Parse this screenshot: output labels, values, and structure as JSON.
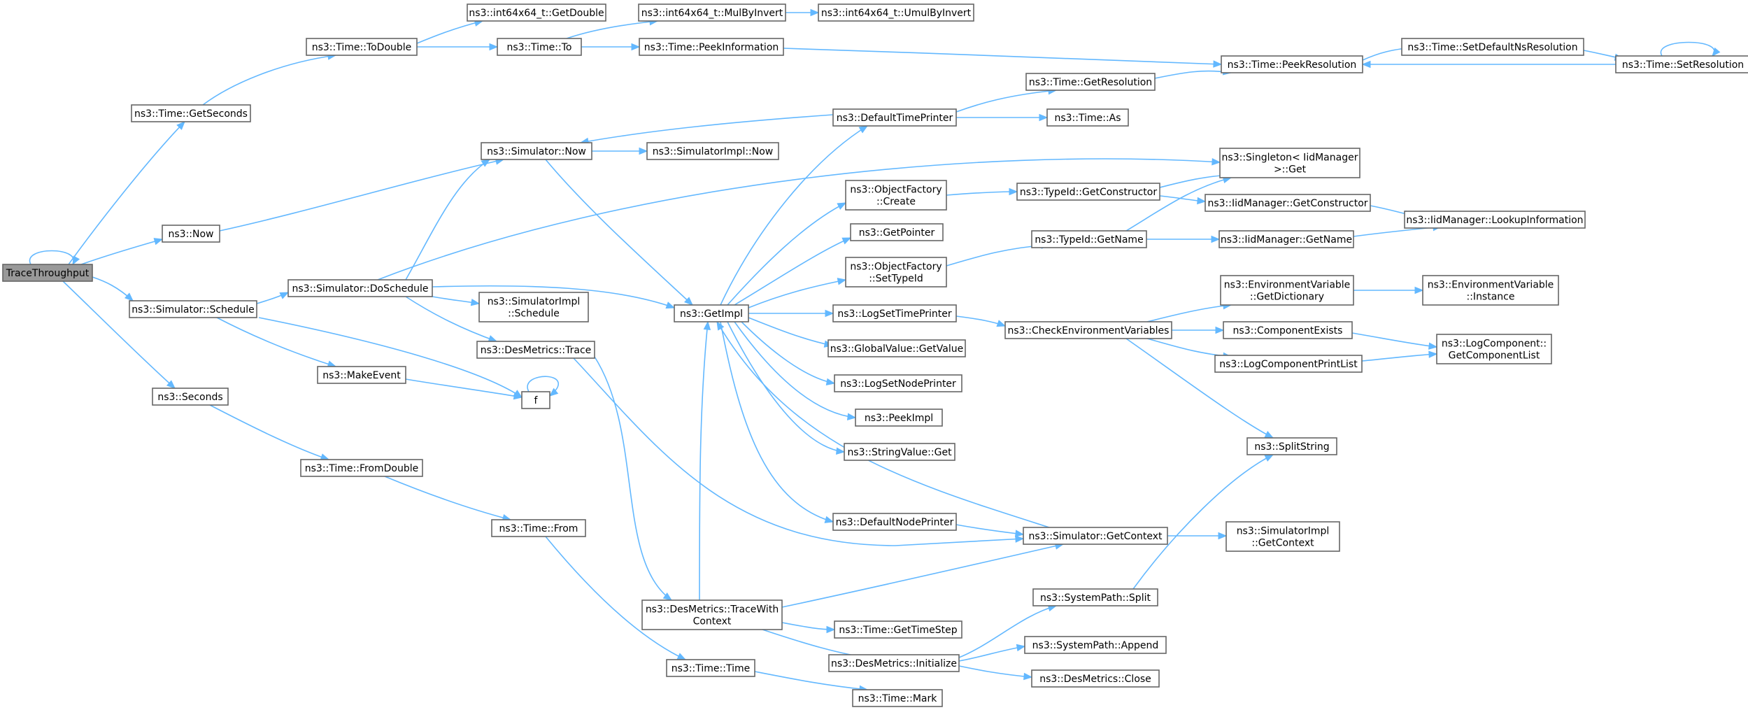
{
  "diagram": {
    "nodes": [
      {
        "id": "root",
        "label": [
          "TraceThroughput"
        ],
        "root": true
      },
      {
        "id": "getSeconds",
        "label": [
          "ns3::Time::GetSeconds"
        ]
      },
      {
        "id": "now",
        "label": [
          "ns3::Now"
        ]
      },
      {
        "id": "schedule",
        "label": [
          "ns3::Simulator::Schedule"
        ]
      },
      {
        "id": "seconds",
        "label": [
          "ns3::Seconds"
        ]
      },
      {
        "id": "toDouble",
        "label": [
          "ns3::Time::ToDouble"
        ]
      },
      {
        "id": "i64GetDouble",
        "label": [
          "ns3::int64x64_t::GetDouble"
        ]
      },
      {
        "id": "timeTo",
        "label": [
          "ns3::Time::To"
        ]
      },
      {
        "id": "mulByInvert",
        "label": [
          "ns3::int64x64_t::MulByInvert"
        ]
      },
      {
        "id": "umulByInvert",
        "label": [
          "ns3::int64x64_t::UmulByInvert"
        ]
      },
      {
        "id": "peekInformation",
        "label": [
          "ns3::Time::PeekInformation"
        ]
      },
      {
        "id": "peekResolution",
        "label": [
          "ns3::Time::PeekResolution"
        ]
      },
      {
        "id": "setDefaultNsRes",
        "label": [
          "ns3::Time::SetDefaultNsResolution"
        ]
      },
      {
        "id": "setResolution",
        "label": [
          "ns3::Time::SetResolution"
        ]
      },
      {
        "id": "simNow",
        "label": [
          "ns3::Simulator::Now"
        ]
      },
      {
        "id": "simImplNow",
        "label": [
          "ns3::SimulatorImpl::Now"
        ]
      },
      {
        "id": "defaultTimePrinter",
        "label": [
          "ns3::DefaultTimePrinter"
        ]
      },
      {
        "id": "getResolution",
        "label": [
          "ns3::Time::GetResolution"
        ]
      },
      {
        "id": "timeAs",
        "label": [
          "ns3::Time::As"
        ]
      },
      {
        "id": "singletonGet",
        "label": [
          "ns3::Singleton< IidManager",
          ">::Get"
        ]
      },
      {
        "id": "objFactoryCreate",
        "label": [
          "ns3::ObjectFactory",
          "::Create"
        ]
      },
      {
        "id": "typeIdGetConstructor",
        "label": [
          "ns3::TypeId::GetConstructor"
        ]
      },
      {
        "id": "iidGetConstructor",
        "label": [
          "ns3::IidManager::GetConstructor"
        ]
      },
      {
        "id": "lookupInformation",
        "label": [
          "ns3::IidManager::LookupInformation"
        ]
      },
      {
        "id": "getPointer",
        "label": [
          "ns3::GetPointer"
        ]
      },
      {
        "id": "setTypeId",
        "label": [
          "ns3::ObjectFactory",
          "::SetTypeId"
        ]
      },
      {
        "id": "typeIdGetName",
        "label": [
          "ns3::TypeId::GetName"
        ]
      },
      {
        "id": "iidGetName",
        "label": [
          "ns3::IidManager::GetName"
        ]
      },
      {
        "id": "doSchedule",
        "label": [
          "ns3::Simulator::DoSchedule"
        ]
      },
      {
        "id": "getImpl",
        "label": [
          "ns3::GetImpl"
        ]
      },
      {
        "id": "simImplSchedule",
        "label": [
          "ns3::SimulatorImpl",
          "::Schedule"
        ]
      },
      {
        "id": "logSetTimePrinter",
        "label": [
          "ns3::LogSetTimePrinter"
        ]
      },
      {
        "id": "checkEnvVars",
        "label": [
          "ns3::CheckEnvironmentVariables"
        ]
      },
      {
        "id": "envGetDictionary",
        "label": [
          "ns3::EnvironmentVariable",
          "::GetDictionary"
        ]
      },
      {
        "id": "envInstance",
        "label": [
          "ns3::EnvironmentVariable",
          "::Instance"
        ]
      },
      {
        "id": "componentExists",
        "label": [
          "ns3::ComponentExists"
        ]
      },
      {
        "id": "logComponentPrintList",
        "label": [
          "ns3::LogComponentPrintList"
        ]
      },
      {
        "id": "getComponentList",
        "label": [
          "ns3::LogComponent::",
          "GetComponentList"
        ]
      },
      {
        "id": "globalValueGetValue",
        "label": [
          "ns3::GlobalValue::GetValue"
        ]
      },
      {
        "id": "desMetricsTrace",
        "label": [
          "ns3::DesMetrics::Trace"
        ]
      },
      {
        "id": "makeEvent",
        "label": [
          "ns3::MakeEvent"
        ]
      },
      {
        "id": "f",
        "label": [
          "f"
        ]
      },
      {
        "id": "logSetNodePrinter",
        "label": [
          "ns3::LogSetNodePrinter"
        ]
      },
      {
        "id": "peekImpl",
        "label": [
          "ns3::PeekImpl"
        ]
      },
      {
        "id": "stringValueGet",
        "label": [
          "ns3::StringValue::Get"
        ]
      },
      {
        "id": "splitString",
        "label": [
          "ns3::SplitString"
        ]
      },
      {
        "id": "fromDouble",
        "label": [
          "ns3::Time::FromDouble"
        ]
      },
      {
        "id": "timeFrom",
        "label": [
          "ns3::Time::From"
        ]
      },
      {
        "id": "defaultNodePrinter",
        "label": [
          "ns3::DefaultNodePrinter"
        ]
      },
      {
        "id": "simGetContext",
        "label": [
          "ns3::Simulator::GetContext"
        ]
      },
      {
        "id": "simImplGetContext",
        "label": [
          "ns3::SimulatorImpl",
          "::GetContext"
        ]
      },
      {
        "id": "systemPathSplit",
        "label": [
          "ns3::SystemPath::Split"
        ]
      },
      {
        "id": "traceWithContext",
        "label": [
          "ns3::DesMetrics::TraceWith",
          "Context"
        ]
      },
      {
        "id": "getTimeStep",
        "label": [
          "ns3::Time::GetTimeStep"
        ]
      },
      {
        "id": "systemPathAppend",
        "label": [
          "ns3::SystemPath::Append"
        ]
      },
      {
        "id": "desInitialize",
        "label": [
          "ns3::DesMetrics::Initialize"
        ]
      },
      {
        "id": "desClose",
        "label": [
          "ns3::DesMetrics::Close"
        ]
      },
      {
        "id": "timeTime",
        "label": [
          "ns3::Time::Time"
        ]
      },
      {
        "id": "timeMark",
        "label": [
          "ns3::Time::Mark"
        ]
      }
    ]
  }
}
